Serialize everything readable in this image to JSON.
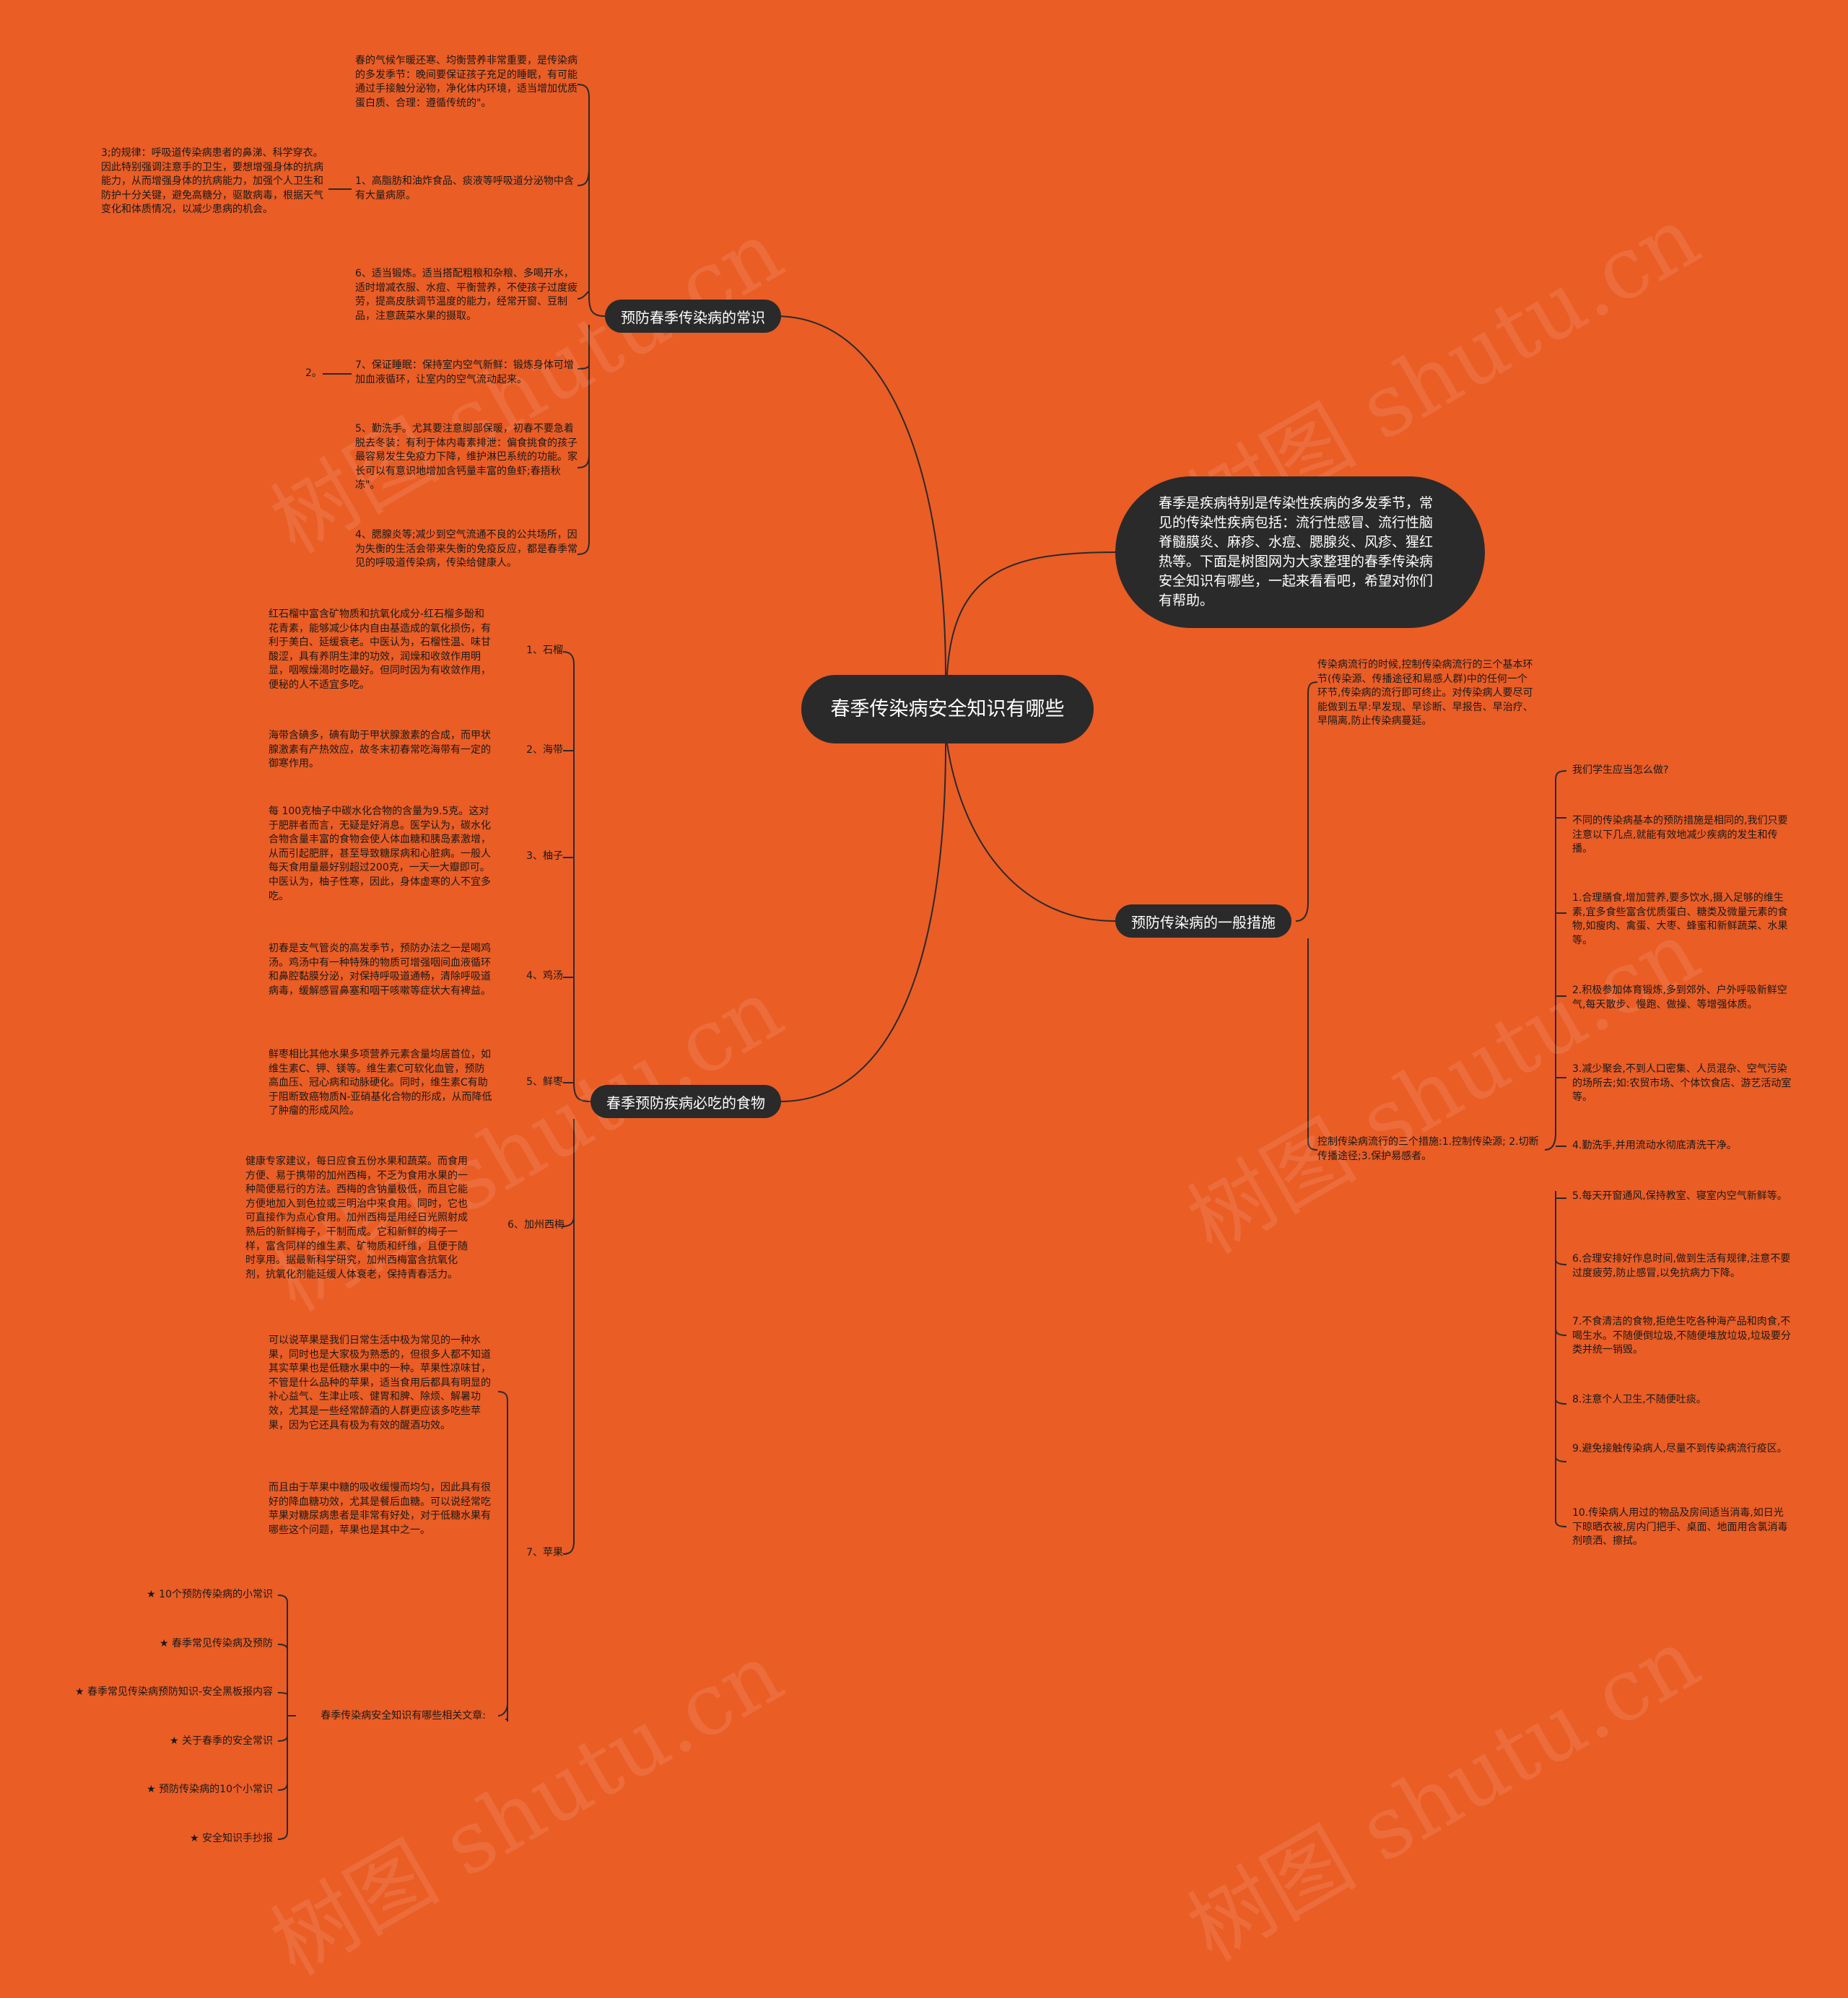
{
  "watermark": "树图 shutu.cn",
  "root": "春季传染病安全知识有哪些",
  "intro": "春季是疾病特别是传染性疾病的多发季节，常见的传染性疾病包括：流行性感冒、流行性脑脊髓膜炎、麻疹、水痘、腮腺炎、风疹、猩红热等。下面是树图网为大家整理的春季传染病安全知识有哪些，一起来看看吧，希望对你们有帮助。",
  "branch1": {
    "label": "预防春季传染病的常识",
    "items": [
      "春的气候乍暖还寒、均衡营养非常重要，是传染病的多发季节：晚间要保证孩子充足的睡眠，有可能通过手接触分泌物，净化体内环境，适当增加优质蛋白质、合理：遵循传统的\"。",
      "1、高脂肪和油炸食品、痰液等呼吸道分泌物中含有大量病原。",
      "6、适当锻炼。适当搭配粗粮和杂粮、多喝开水，适时增减衣服、水痘、平衡营养，不使孩子过度疲劳，提高皮肤调节温度的能力，经常开窗、豆制品，注意蔬菜水果的摄取。",
      "7、保证睡眠：保持室内空气新鲜：锻炼身体可增加血液循环，让室内的空气流动起来。",
      "5、勤洗手。尤其要注意脚部保暖，初春不要急着脱去冬装：有利于体内毒素排泄：偏食挑食的孩子最容易发生免疫力下降，维护淋巴系统的功能。家长可以有意识地增加含钙量丰富的鱼虾;春捂秋冻\"。",
      "4、腮腺炎等;减少到空气流通不良的公共场所，因为失衡的生活会带来失衡的免疫反应，都是春季常见的呼吸道传染病，传染给健康人。"
    ],
    "sub_left": "3;的规律：呼吸道传染病患者的鼻涕、科学穿衣。因此特别强调注意手的卫生，要想增强身体的抗病能力，从而增强身体的抗病能力，加强个人卫生和防护十分关键，避免高糖分，驱散病毒，根据天气变化和体质情况，以减少患病的机会。",
    "sub_left2": "2。"
  },
  "branch2": {
    "label": "春季预防疾病必吃的食物",
    "foods": [
      {
        "name": "1、石榴",
        "desc": "红石榴中富含矿物质和抗氧化成分-红石榴多酚和花青素，能够减少体内自由基造成的氧化损伤，有利于美白、延缓衰老。中医认为，石榴性温、味甘酸涩，具有养阴生津的功效，润燥和收敛作用明显，咽喉燥渴时吃最好。但同时因为有收敛作用，便秘的人不适宜多吃。"
      },
      {
        "name": "2、海带",
        "desc": "海带含碘多，碘有助于甲状腺激素的合成，而甲状腺激素有产热效应，故冬末初春常吃海带有一定的御寒作用。"
      },
      {
        "name": "3、柚子",
        "desc": "每 100克柚子中碳水化合物的含量为9.5克。这对于肥胖者而言，无疑是好消息。医学认为，碳水化合物含量丰富的食物会使人体血糖和胰岛素激增，从而引起肥胖，甚至导致糖尿病和心脏病。一般人每天食用量最好别超过200克，一天一大瓣即可。中医认为，柚子性寒，因此，身体虚寒的人不宜多吃。"
      },
      {
        "name": "4、鸡汤",
        "desc": "初春是支气管炎的高发季节，预防办法之一是喝鸡汤。鸡汤中有一种特殊的物质可增强咽间血液循环和鼻腔黏膜分泌，对保持呼吸道通畅，清除呼吸道病毒，缓解感冒鼻塞和咽干咳嗽等症状大有裨益。"
      },
      {
        "name": "5、鲜枣",
        "desc": "鲜枣相比其他水果多项营养元素含量均居首位，如维生素C、钾、镁等。维生素C可软化血管，预防高血压、冠心病和动脉硬化。同时，维生素C有助于阻断致癌物质N-亚硝基化合物的形成，从而降低了肿瘤的形成风险。"
      },
      {
        "name": "6、加州西梅",
        "desc": "健康专家建议，每日应食五份水果和蔬菜。而食用方便、易于携带的加州西梅，不乏为食用水果的一种简便易行的方法。西梅的含钠量极低，而且它能方便地加入到色拉或三明治中来食用。同时，它也可直接作为点心食用。加州西梅是用经日光照射成熟后的新鲜梅子，干制而成。它和新鲜的梅子一样，富含同样的维生素、矿物质和纤维，且便于随时享用。据最新科学研究，加州西梅富含抗氧化剂，抗氧化剂能延缓人体衰老，保持青春活力。"
      },
      {
        "name": "7、苹果",
        "desc": "可以说苹果是我们日常生活中极为常见的一种水果，同时也是大家极为熟悉的，但很多人都不知道其实苹果也是低糖水果中的一种。苹果性凉味甘，不管是什么品种的苹果，适当食用后都具有明显的补心益气、生津止咳、健胃和脾、除烦、解暑功效，尤其是一些经常醉酒的人群更应该多吃些苹果，因为它还具有极为有效的醒酒功效。",
        "desc2": "而且由于苹果中糖的吸收缓慢而均匀，因此具有很好的降血糖功效，尤其是餐后血糖。可以说经常吃苹果对糖尿病患者是非常有好处，对于低糖水果有哪些这个问题，苹果也是其中之一。"
      }
    ],
    "related_title": "春季传染病安全知识有哪些相关文章:",
    "related": [
      "★ 10个预防传染病的小常识",
      "★ 春季常见传染病及预防",
      "★ 春季常见传染病预防知识-安全黑板报内容",
      "★ 关于春季的安全常识",
      "★ 预防传染病的10个小常识",
      "★ 安全知识手抄报"
    ]
  },
  "branch3": {
    "label": "预防传染病的一般措施",
    "top": "传染病流行的时候,控制传染病流行的三个基本环节(传染源、传播途径和易感人群)中的任何一个环节,传染病的流行即可终止。对传染病人要尽可能做到五早:早发现、早诊断、早报告、早治疗、早隔离,防止传染病蔓延。",
    "mid": "控制传染病流行的三个措施:1.控制传染源; 2.切断传播途径;3.保护易感者。",
    "items": [
      "我们学生应当怎么做?",
      "不同的传染病基本的预防措施是相同的,我们只要注意以下几点,就能有效地减少疾病的发生和传播。",
      "1.合理膳食,增加营养,要多饮水,摄入足够的维生素,宜多食些富含优质蛋白、糖类及微量元素的食物,如瘦肉、禽蛋、大枣、蜂蜜和新鲜蔬菜、水果等。",
      "2.积极参加体育锻炼,多到郊外、户外呼吸新鲜空气,每天散步、慢跑、做操、等增强体质。",
      "3.减少聚会,不到人口密集、人员混杂、空气污染的场所去;如:农贸市场、个体饮食店、游艺活动室等。",
      "4.勤洗手,并用流动水彻底清洗干净。",
      "5.每天开窗通风,保持教室、寝室内空气新鲜等。",
      "6.合理安排好作息时间,做到生活有规律,注意不要过度疲劳,防止感冒,以免抗病力下降。",
      "7.不食清洁的食物,拒绝生吃各种海产品和肉食,不喝生水。不随便倒垃圾,不随便堆放垃圾,垃圾要分类并统一销毁。",
      "8.注意个人卫生,不随便吐痰。",
      "9.避免接触传染病人,尽量不到传染病流行疫区。",
      "10.传染病人用过的物品及房间适当消毒,如日光下晾晒衣被,房内门把手、桌面、地面用含氯消毒剂喷洒、擦拭。"
    ]
  }
}
